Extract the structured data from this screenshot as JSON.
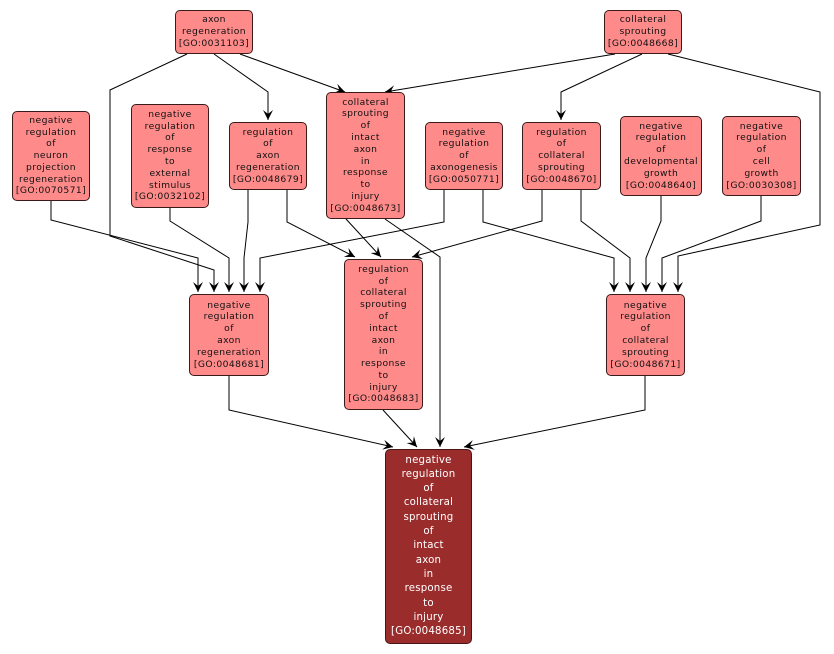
{
  "diagram": {
    "title": "GO term ancestry graph",
    "colors": {
      "node_fill": "#ff8a8a",
      "target_fill": "#9b2c2c",
      "edge": "#000000",
      "background": "#ffffff"
    },
    "nodes": [
      {
        "id": "GO:0031103",
        "lines": [
          "axon",
          "regeneration",
          "[GO:0031103]"
        ]
      },
      {
        "id": "GO:0048668",
        "lines": [
          "collateral",
          "sprouting",
          "[GO:0048668]"
        ]
      },
      {
        "id": "GO:0070571",
        "lines": [
          "negative",
          "regulation",
          "of",
          "neuron",
          "projection",
          "regeneration",
          "[GO:0070571]"
        ]
      },
      {
        "id": "GO:0032102",
        "lines": [
          "negative",
          "regulation",
          "of",
          "response",
          "to",
          "external",
          "stimulus",
          "[GO:0032102]"
        ]
      },
      {
        "id": "GO:0048679",
        "lines": [
          "regulation",
          "of",
          "axon",
          "regeneration",
          "[GO:0048679]"
        ]
      },
      {
        "id": "GO:0048673",
        "lines": [
          "collateral",
          "sprouting",
          "of",
          "intact",
          "axon",
          "in",
          "response",
          "to",
          "injury",
          "[GO:0048673]"
        ]
      },
      {
        "id": "GO:0050771",
        "lines": [
          "negative",
          "regulation",
          "of",
          "axonogenesis",
          "[GO:0050771]"
        ]
      },
      {
        "id": "GO:0048670",
        "lines": [
          "regulation",
          "of",
          "collateral",
          "sprouting",
          "[GO:0048670]"
        ]
      },
      {
        "id": "GO:0048640",
        "lines": [
          "negative",
          "regulation",
          "of",
          "developmental",
          "growth",
          "[GO:0048640]"
        ]
      },
      {
        "id": "GO:0030308",
        "lines": [
          "negative",
          "regulation",
          "of",
          "cell",
          "growth",
          "[GO:0030308]"
        ]
      },
      {
        "id": "GO:0048681",
        "lines": [
          "negative",
          "regulation",
          "of",
          "axon",
          "regeneration",
          "[GO:0048681]"
        ]
      },
      {
        "id": "GO:0048683",
        "lines": [
          "regulation",
          "of",
          "collateral",
          "sprouting",
          "of",
          "intact",
          "axon",
          "in",
          "response",
          "to",
          "injury",
          "[GO:0048683]"
        ]
      },
      {
        "id": "GO:0048671",
        "lines": [
          "negative",
          "regulation",
          "of",
          "collateral",
          "sprouting",
          "[GO:0048671]"
        ]
      },
      {
        "id": "GO:0048685",
        "lines": [
          "negative",
          "regulation",
          "of",
          "collateral",
          "sprouting",
          "of",
          "intact",
          "axon",
          "in",
          "response",
          "to",
          "injury",
          "[GO:0048685]"
        ],
        "highlighted": true
      }
    ],
    "edges": [
      {
        "from": "GO:0031103",
        "to": "GO:0048679"
      },
      {
        "from": "GO:0031103",
        "to": "GO:0048673"
      },
      {
        "from": "GO:0031103",
        "to": "GO:0048681"
      },
      {
        "from": "GO:0048668",
        "to": "GO:0048673"
      },
      {
        "from": "GO:0048668",
        "to": "GO:0048670"
      },
      {
        "from": "GO:0048668",
        "to": "GO:0048671"
      },
      {
        "from": "GO:0070571",
        "to": "GO:0048681"
      },
      {
        "from": "GO:0032102",
        "to": "GO:0048681"
      },
      {
        "from": "GO:0048679",
        "to": "GO:0048681"
      },
      {
        "from": "GO:0048679",
        "to": "GO:0048683"
      },
      {
        "from": "GO:0050771",
        "to": "GO:0048681"
      },
      {
        "from": "GO:0050771",
        "to": "GO:0048671"
      },
      {
        "from": "GO:0048670",
        "to": "GO:0048683"
      },
      {
        "from": "GO:0048670",
        "to": "GO:0048671"
      },
      {
        "from": "GO:0048640",
        "to": "GO:0048671"
      },
      {
        "from": "GO:0030308",
        "to": "GO:0048671"
      },
      {
        "from": "GO:0048673",
        "to": "GO:0048683"
      },
      {
        "from": "GO:0048673",
        "to": "GO:0048685"
      },
      {
        "from": "GO:0048681",
        "to": "GO:0048685"
      },
      {
        "from": "GO:0048683",
        "to": "GO:0048685"
      },
      {
        "from": "GO:0048671",
        "to": "GO:0048685"
      }
    ]
  }
}
